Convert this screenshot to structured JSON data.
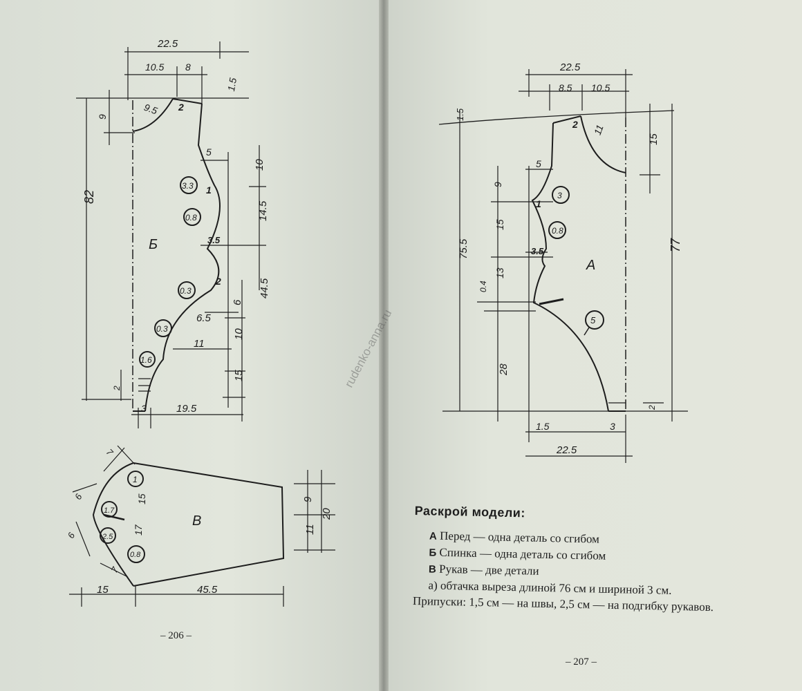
{
  "watermark": "rudenko-anna.ru",
  "left_page": {
    "page_number": "– 206 –",
    "back_piece": {
      "label": "Б",
      "dims": {
        "top_width": "22.5",
        "top_a": "10.5",
        "top_b": "8",
        "shoulder_drop": "1.5",
        "neck_radius": "9.5",
        "neck_depth": "9",
        "total_length": "82",
        "shoulder_point": "2",
        "armhole_depth": "5",
        "armhole_curve": "3.3",
        "armhole_point": "1",
        "armhole_curve_low": "0.8",
        "waist_in": "3.5",
        "hip_point": "2",
        "hip_curve": "0.3",
        "hip_curve_low": "0.3",
        "width_a": "6.5",
        "width_b": "11",
        "hem_curve": "1.6",
        "right_a": "10",
        "right_b": "14.5",
        "right_c": "6",
        "right_d": "44.5",
        "right_e": "10",
        "right_f": "15",
        "hem_height": "2",
        "bottom_a": "3",
        "bottom_b": "19.5"
      }
    },
    "sleeve_piece": {
      "label": "В",
      "dims": {
        "cap_a": "7",
        "cap_b": "6",
        "cap_c": "6",
        "cap_d": "7",
        "curve_top": "1",
        "curve_a": "1.7",
        "curve_b": "2.5",
        "curve_c": "0.8",
        "inner_a": "15",
        "inner_b": "17",
        "width_top": "9",
        "width_bottom": "11",
        "width_total": "20",
        "bottom_a": "15",
        "bottom_b": "45.5"
      }
    }
  },
  "right_page": {
    "page_number": "– 207 –",
    "front_piece": {
      "label": "А",
      "dims": {
        "top_width": "22.5",
        "top_a": "8.5",
        "top_b": "10.5",
        "shoulder_drop": "1.5",
        "neck_radius": "11",
        "neck_depth": "15",
        "total_length": "77",
        "shoulder_point": "2",
        "armhole_depth": "5",
        "armhole_curve": "3",
        "armhole_point": "1",
        "armhole_curve_low": "0.8",
        "waist_in": "3.5",
        "left_a": "9",
        "left_b": "15",
        "left_c": "13",
        "left_d": "0.4",
        "left_e": "28",
        "left_total": "75.5",
        "hip_curve": "5",
        "hem_height": "2",
        "bottom_a": "1.5",
        "bottom_b": "3",
        "bottom_width": "22.5"
      }
    },
    "instructions": {
      "heading": "Раскрой модели:",
      "items": [
        {
          "letter": "А",
          "text": " Перед — одна деталь со сгибом"
        },
        {
          "letter": "Б",
          "text": " Спинка — одна деталь со сгибом"
        },
        {
          "letter": "В",
          "text": " Рукав — две детали"
        }
      ],
      "note_a": "а) обтачка выреза длиной 76 см и шириной 3 см.",
      "allowances": "Припуски: 1,5 см — на швы, 2,5 см — на подгибку рукавов."
    }
  }
}
